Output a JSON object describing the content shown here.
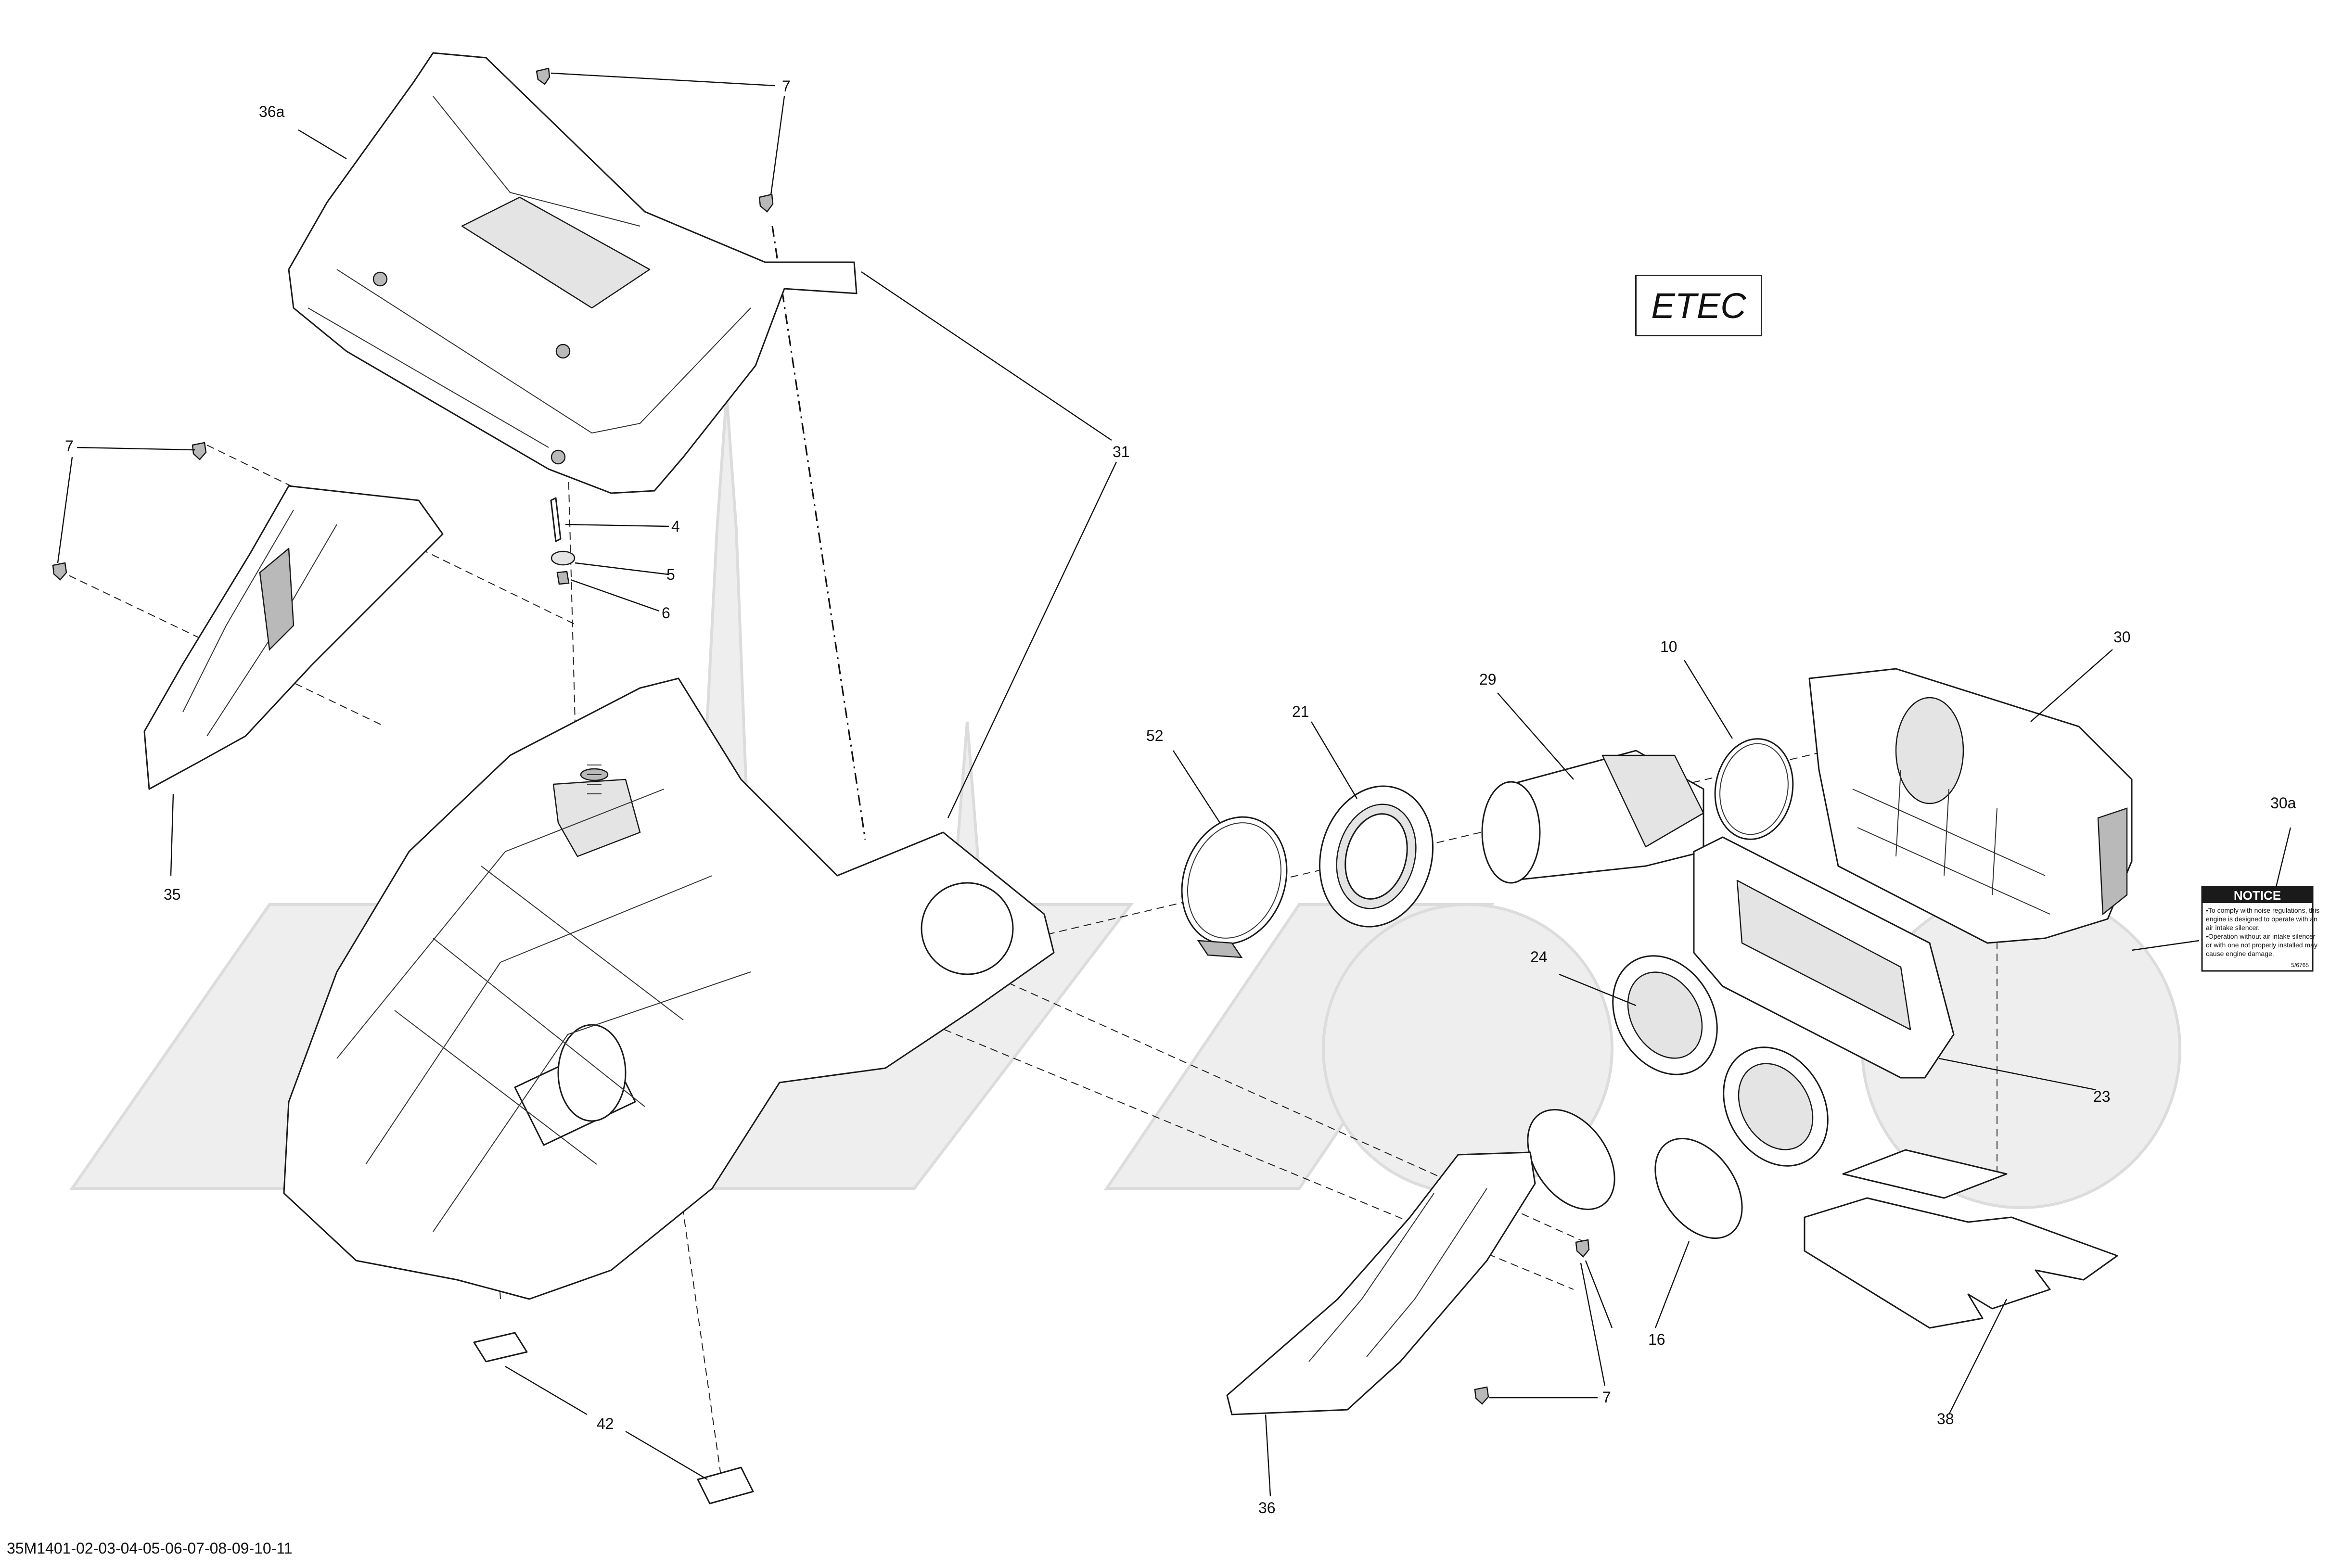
{
  "variant_box": {
    "label": "ETEC"
  },
  "drawing_number": "35M1401-02-03-04-05-06-07-08-09-10-11",
  "notice_decal": {
    "header": "NOTICE",
    "lines": [
      "•To comply with noise regulations, this",
      "engine is designed to operate with an",
      "air intake silencer.",
      "•Operation without air intake silencer",
      "or with one not properly installed may",
      "cause engine damage."
    ],
    "part_code": "5/6765"
  },
  "callouts": {
    "c36a": "36a",
    "c7_top": "7",
    "c7_left": "7",
    "c31": "31",
    "c4": "4",
    "c5": "5",
    "c6": "6",
    "c35": "35",
    "c52": "52",
    "c21": "21",
    "c29": "29",
    "c10": "10",
    "c30": "30",
    "c30a": "30a",
    "c24": "24",
    "c23": "23",
    "c16": "16",
    "c7_bottom": "7",
    "c38": "38",
    "c42": "42",
    "c36": "36"
  },
  "colors": {
    "line": "#1a1a1a",
    "watermark": "#eeeeee",
    "shade": "#e4e4e4"
  }
}
